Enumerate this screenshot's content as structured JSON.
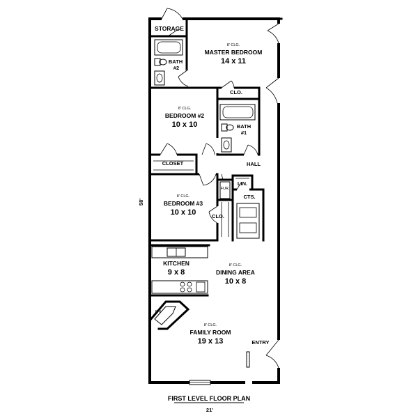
{
  "plan": {
    "title": "FIRST LEVEL FLOOR PLAN",
    "width_dim": "21'",
    "depth_dim": "58'"
  },
  "rooms": {
    "storage": {
      "name": "STORAGE"
    },
    "master_bedroom": {
      "ceiling": "8' CLG.",
      "name": "MASTER BEDROOM",
      "size": "14 x 11"
    },
    "bath2": {
      "name": "BATH",
      "number": "#2"
    },
    "clo_master": {
      "name": "CLO."
    },
    "bedroom2": {
      "ceiling": "8' CLG.",
      "name": "BEDROOM #2",
      "size": "10 x 10"
    },
    "bath1": {
      "name": "BATH",
      "number": "#1"
    },
    "closet": {
      "name": "CLOSET"
    },
    "hall": {
      "name": "HALL"
    },
    "fur": {
      "name": "FUR."
    },
    "lin": {
      "name": "LIN."
    },
    "cts": {
      "name": "CTS."
    },
    "bedroom3": {
      "ceiling": "8' CLG.",
      "name": "BEDROOM #3",
      "size": "10 x 10"
    },
    "clo_bed3": {
      "name": "CLO."
    },
    "kitchen": {
      "name": "KITCHEN",
      "size": "9 x 8"
    },
    "dining": {
      "ceiling": "8' CLG.",
      "name": "DINING AREA",
      "size": "10 x 8"
    },
    "fp": {
      "name": "F/P"
    },
    "family_room": {
      "ceiling": "8' CLG.",
      "name": "FAMILY ROOM",
      "size": "19 x 13"
    },
    "entry": {
      "name": "ENTRY"
    }
  }
}
